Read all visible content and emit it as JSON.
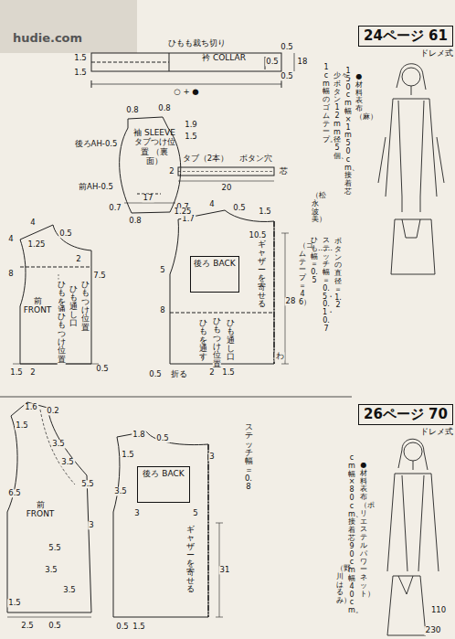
{
  "diagram": {
    "nodes": [
      {
        "text": [
          "衿 COLLAR"
        ]
      },
      {
        "text": [
          "袖 SLEEVE",
          "タブつけ位置 （裏面）"
        ]
      },
      {
        "text": [
          "前 FRONT"
        ]
      },
      {
        "text": [
          "後ろ BACK"
        ]
      },
      {
        "text": [
          "前 FRONT"
        ]
      },
      {
        "text": [
          "後ろ BACK"
        ]
      },
      {
        "text": [
          "24ページ 61",
          "ドレメ式"
        ]
      },
      {
        "text": [
          "26ページ 70",
          "ドレメ式"
        ]
      }
    ],
    "labels": [
      "hudie.com",
      "ひもも裁ち切り",
      "1.5",
      "1.5",
      "0.5",
      "0.5",
      "18",
      "0.5",
      "○ + ●",
      "0.8",
      "0.8",
      "1.9",
      "1.5",
      "後ろAH-0.5",
      "17",
      "前AH-0.5",
      "0.7",
      "0.7",
      "0.8",
      "1.7",
      "タブ（2本）",
      "ボタン穴",
      "2",
      "20",
      "芯",
      "4",
      "4",
      "1.25",
      "0.5",
      "2",
      "7.5",
      "8",
      "ひもを通す",
      "ひもつけ位置",
      "ひも通し口",
      "ひもつけ位置",
      "1.5",
      "2",
      "0.5",
      "1.25",
      "4",
      "0.5",
      "1.5",
      "10.5",
      "5",
      "8",
      "ギャザーを寄せる",
      "ひもを通す",
      "ひもつけ位置",
      "ひも通し口",
      "28",
      "2",
      "1.5",
      "わ",
      "折る",
      "0.5",
      "●材料　表布（麻）",
      "150cm幅×1m50cm、接着芯",
      "少々、ボタン12mm径5個、",
      "1cm幅のゴムテープ。",
      "（松永波美）",
      "ボタンの直径＝1.2",
      "ステッチ幅＝0.5・0.1・0.7",
      "ひも……幅＝0.5",
      "（ゴムテープ＝46）",
      "1.6",
      "0.2",
      "1.5",
      "3.5",
      "3.5",
      "5.5",
      "6.5",
      "3",
      "5.5",
      "3.5",
      "3.5",
      "1.5",
      "2.5",
      "0.5",
      "1.8",
      "0.5",
      "1.5",
      "3",
      "3.5",
      "3",
      "5",
      "ギャザーを寄せる",
      "31",
      "0.5",
      "1.5",
      "ステッチ幅＝0.8",
      "●材料　表布（ポリエステルパワーネット）",
      "cm幅×80cm、接着芯90cm幅40cm。",
      "110",
      "（野川はるみ）",
      "230"
    ]
  }
}
